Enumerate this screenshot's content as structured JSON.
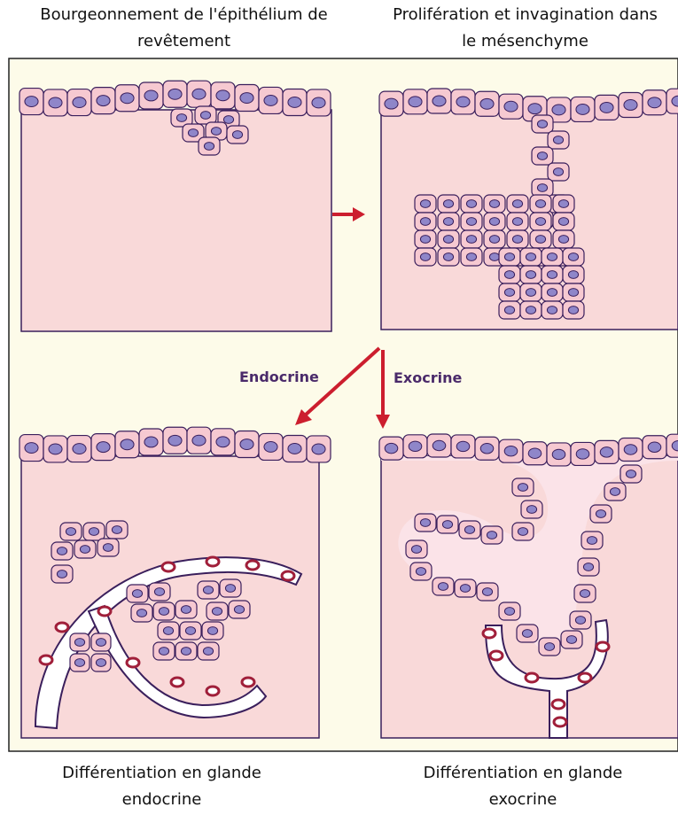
{
  "captions": {
    "top_left": {
      "line1": "Bourgeonnement de l'épithélium de",
      "line2": "revêtement"
    },
    "top_right": {
      "line1": "Prolifération et invagination dans",
      "line2": "le mésenchyme"
    },
    "bottom_left": {
      "line1": "Différentiation en glande",
      "line2": "endocrine"
    },
    "bottom_right": {
      "line1": "Différentiation en glande",
      "line2": "exocrine"
    }
  },
  "arrows": {
    "endocrine_label": "Endocrine",
    "exocrine_label": "Exocrine"
  },
  "colors": {
    "tissue": "#f9d9d9",
    "cell_fill": "#f6c9d1",
    "nucleus": "#8f86c9",
    "outline": "#3a1f5c",
    "membrane": "#c69a3a",
    "arrow": "#cc1e2e",
    "vessel_cell": "#a01f3a"
  }
}
